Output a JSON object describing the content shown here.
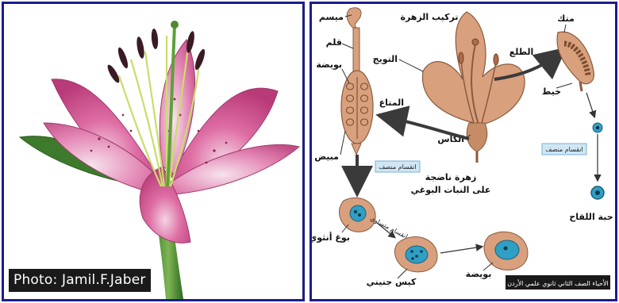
{
  "photo": {
    "credit": "Photo: Jamil.F.Jaber"
  },
  "diagram": {
    "title": "تركيب الزهرة",
    "labels": {
      "stigma": "ميسم",
      "style": "قلم",
      "ovule": "بويضة",
      "ovary": "مبيض",
      "petals": "التويج",
      "stamen": "الطلع",
      "anther": "متك",
      "filament": "خيط",
      "pistil": "المتاع",
      "calyx": "الكأس",
      "mature_flower_line1": "زهرة ناضجة",
      "mature_flower_line2": "على النبات البوغي",
      "meiosis_female": "انقسام منصف",
      "meiosis_male": "انقسام منصف",
      "pollen": "حبة اللقاح",
      "female_spore": "بوغ أنثوي",
      "mitosis": "انقسام متساوي",
      "embryo_sac": "كيس جنيني",
      "egg": "بويضة"
    },
    "caption": "الأحياء الصف الثاني ثانوي علمي الأردن"
  },
  "colors": {
    "frame": "#1b1d8c",
    "petal": "#d9a07e",
    "petal_stroke": "#8a5a3c",
    "arrow": "#333333",
    "cell": "#2f9fc4",
    "label_box": "#cfe7f4"
  }
}
